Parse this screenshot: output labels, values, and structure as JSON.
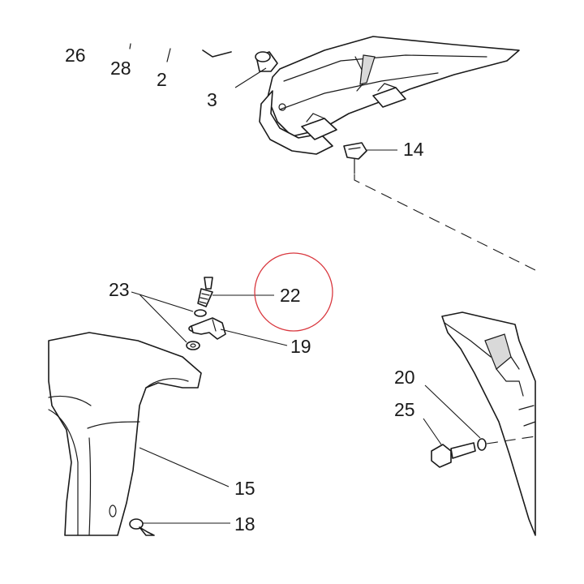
{
  "labels": {
    "l26": "26",
    "l28": "28",
    "l2": "2",
    "l3": "3",
    "l14": "14",
    "l23": "23",
    "l22": "22",
    "l19": "19",
    "l20": "20",
    "l25": "25",
    "l15": "15",
    "l18": "18"
  },
  "colors": {
    "highlight_circle": "#d9383f",
    "line": "#1a1a1a",
    "background": "#ffffff"
  }
}
